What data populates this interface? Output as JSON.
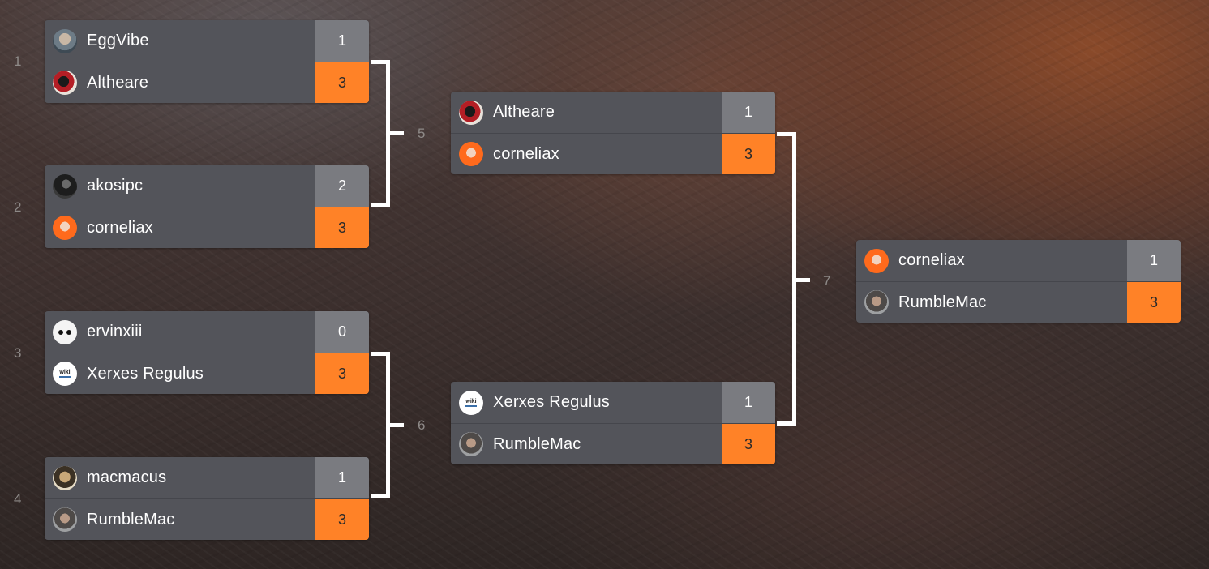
{
  "round_numbers": {
    "m1": "1",
    "m2": "2",
    "m3": "3",
    "m4": "4",
    "m5": "5",
    "m6": "6",
    "m7": "7"
  },
  "matches": {
    "m1": {
      "top": {
        "name": "EggVibe",
        "score": "1",
        "avatar": "eggvibe-avatar"
      },
      "bottom": {
        "name": "Altheare",
        "score": "3",
        "avatar": "altheare-avatar"
      }
    },
    "m2": {
      "top": {
        "name": "akosipc",
        "score": "2",
        "avatar": "akosipc-avatar"
      },
      "bottom": {
        "name": "corneliax",
        "score": "3",
        "avatar": "corneliax-avatar"
      }
    },
    "m3": {
      "top": {
        "name": "ervinxiii",
        "score": "0",
        "avatar": "ervinxiii-avatar"
      },
      "bottom": {
        "name": "Xerxes Regulus",
        "score": "3",
        "avatar": "wiki-logo-avatar"
      }
    },
    "m4": {
      "top": {
        "name": "macmacus",
        "score": "1",
        "avatar": "macmacus-avatar"
      },
      "bottom": {
        "name": "RumbleMac",
        "score": "3",
        "avatar": "rumblemac-avatar"
      }
    },
    "m5": {
      "top": {
        "name": "Altheare",
        "score": "1",
        "avatar": "altheare-avatar"
      },
      "bottom": {
        "name": "corneliax",
        "score": "3",
        "avatar": "corneliax-avatar"
      }
    },
    "m6": {
      "top": {
        "name": "Xerxes Regulus",
        "score": "1",
        "avatar": "wiki-logo-avatar"
      },
      "bottom": {
        "name": "RumbleMac",
        "score": "3",
        "avatar": "rumblemac-avatar"
      }
    },
    "m7": {
      "top": {
        "name": "corneliax",
        "score": "1",
        "avatar": "corneliax-avatar"
      },
      "bottom": {
        "name": "RumbleMac",
        "score": "3",
        "avatar": "rumblemac-avatar"
      }
    }
  },
  "avatar_logo_text": "wiki",
  "colors": {
    "winner_score": "#ff8227",
    "loser_score": "#7a7b80",
    "slot_bg": "#53545a",
    "connector": "#ffffff"
  }
}
